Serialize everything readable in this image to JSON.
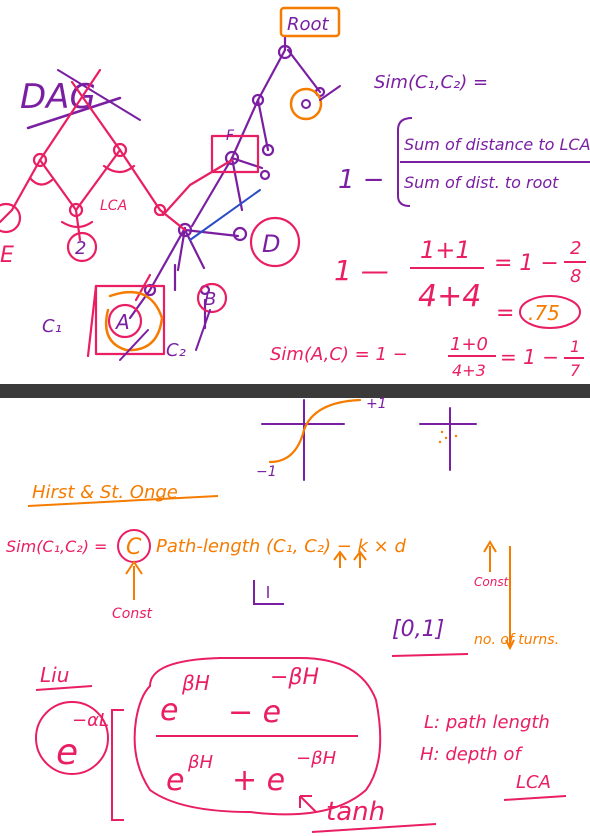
{
  "colors": {
    "purple": "#7b1fa2",
    "magenta": "#e91e63",
    "orange": "#f57c00",
    "blue": "#2b4cc8",
    "black": "#111111",
    "divider": "#3a3a3a"
  },
  "top": {
    "tree": {
      "root_label": "Root",
      "dag_label": "DAG",
      "lca_label": "LCA",
      "e_label": "E",
      "f_label": "F",
      "two_label": "2",
      "d_label": "D",
      "a_label": "A",
      "b_label": "B",
      "c1_label": "C₁",
      "c2_label": "C₂"
    },
    "formula": {
      "sim_lhs": "Sim(C₁,C₂) =",
      "one_minus_1": "1 −",
      "numerator_1": "Sum of distance to LCA",
      "denominator_1": "Sum of dist. to root",
      "one_minus_2": "1 —",
      "numerator_2": "1+1",
      "denominator_2": "4+4",
      "rhs_2a": "= 1 −",
      "frac2_num": "2",
      "frac2_den": "8",
      "rhs_2b": "=",
      "result_2": ".75",
      "sim_ac": "Sim(A,C) = 1 −",
      "numerator_3": "1+0",
      "denominator_3": "4+3",
      "rhs_3": "= 1 −",
      "frac3_num": "1",
      "frac3_den": "7"
    }
  },
  "bottom": {
    "tanh_plot_label_plus": "+1",
    "tanh_plot_label_minus": "−1",
    "hirst_title": "Hirst & St. Onge",
    "hirst_lhs": "Sim(C₁,C₂) =",
    "hirst_C": "C",
    "hirst_path": "Path-length (C₁, C₂) − k × d",
    "const_label_1": "Const",
    "const_label_2": "Const",
    "interval": "[0,1]",
    "no_turns": "no. of turns.",
    "liu_title": "Liu",
    "liu_exp_base": "e",
    "liu_exp_power": "−αL",
    "num_term1_base": "e",
    "num_term1_power": "βH",
    "num_minus": "− e",
    "num_term2_power": "−βH",
    "den_term1_base": "e",
    "den_term1_power": "βH",
    "den_plus": "+ e",
    "den_term2_power": "−βH",
    "tanh_label": "tanh",
    "legend_L": "L: path length",
    "legend_H1": "H: depth of",
    "legend_H2": "LCA"
  }
}
